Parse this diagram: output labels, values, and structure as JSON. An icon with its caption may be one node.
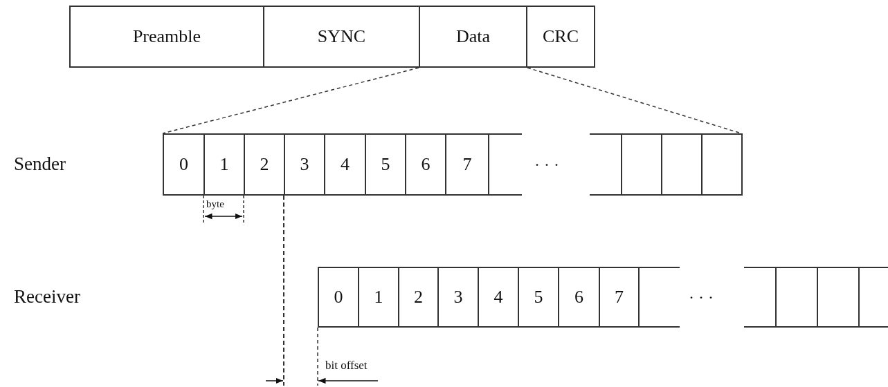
{
  "diagram": {
    "nodes": [
      {
        "text": [
          "Preamble"
        ]
      },
      {
        "text": [
          "SYNC"
        ]
      },
      {
        "text": [
          "Data"
        ]
      },
      {
        "text": [
          "CRC"
        ]
      },
      {
        "text": [
          "Sender"
        ]
      },
      {
        "text": [
          "0"
        ],
        "in": 4
      },
      {
        "text": [
          "1"
        ],
        "in": 4
      },
      {
        "text": [
          "2"
        ],
        "in": 4
      },
      {
        "text": [
          "3"
        ],
        "in": 4
      },
      {
        "text": [
          "4"
        ],
        "in": 4
      },
      {
        "text": [
          "5"
        ],
        "in": 4
      },
      {
        "text": [
          "6"
        ],
        "in": 4
      },
      {
        "text": [
          "7"
        ],
        "in": 4
      },
      {
        "text": [],
        "shape": "box",
        "in": 4
      },
      {
        "text": [],
        "shape": "box",
        "in": 4
      },
      {
        "text": [],
        "shape": "box",
        "in": 4
      },
      {
        "text": [],
        "shape": "box",
        "in": 4
      },
      {
        "text": [],
        "shape": "box",
        "in": 4
      },
      {
        "text": [
          "Receiver"
        ]
      },
      {
        "text": [
          "0"
        ],
        "in": 18
      },
      {
        "text": [
          "1"
        ],
        "in": 18
      },
      {
        "text": [
          "2"
        ],
        "in": 18
      },
      {
        "text": [
          "3"
        ],
        "in": 18
      },
      {
        "text": [
          "4"
        ],
        "in": 18
      },
      {
        "text": [
          "5"
        ],
        "in": 18
      },
      {
        "text": [
          "6"
        ],
        "in": 18
      },
      {
        "text": [
          "7"
        ],
        "in": 18
      },
      {
        "text": [],
        "shape": "box",
        "in": 18
      },
      {
        "text": [],
        "shape": "box",
        "in": 18
      },
      {
        "text": [],
        "shape": "box",
        "in": 18
      },
      {
        "text": [],
        "shape": "box",
        "in": 18
      },
      {
        "text": [],
        "shape": "box",
        "in": 18
      }
    ],
    "edges": [
      {
        "from": 2,
        "to": 4,
        "arrow": "none",
        "style": "dashed"
      },
      {
        "from": 2,
        "to": 4,
        "arrow": "none",
        "style": "dashed"
      }
    ],
    "labels": [
      "· · ·",
      "byte",
      "· · ·",
      "bit offset"
    ]
  }
}
